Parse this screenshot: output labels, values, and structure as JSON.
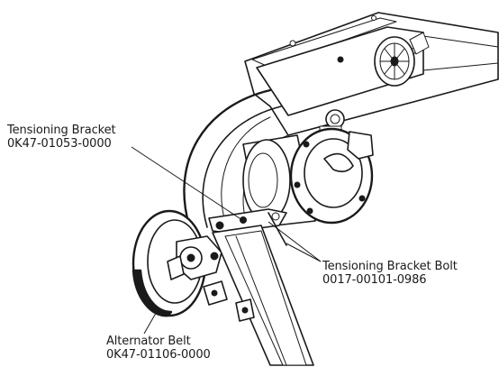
{
  "callouts": {
    "tensioning_bracket": {
      "name": "Tensioning Bracket",
      "part_number": "0K47-01053-0000"
    },
    "tensioning_bracket_bolt": {
      "name": "Tensioning Bracket Bolt",
      "part_number": "0017-00101-0986"
    },
    "alternator_belt": {
      "name": "Alternator Belt",
      "part_number": "0K47-01106-0000"
    }
  }
}
